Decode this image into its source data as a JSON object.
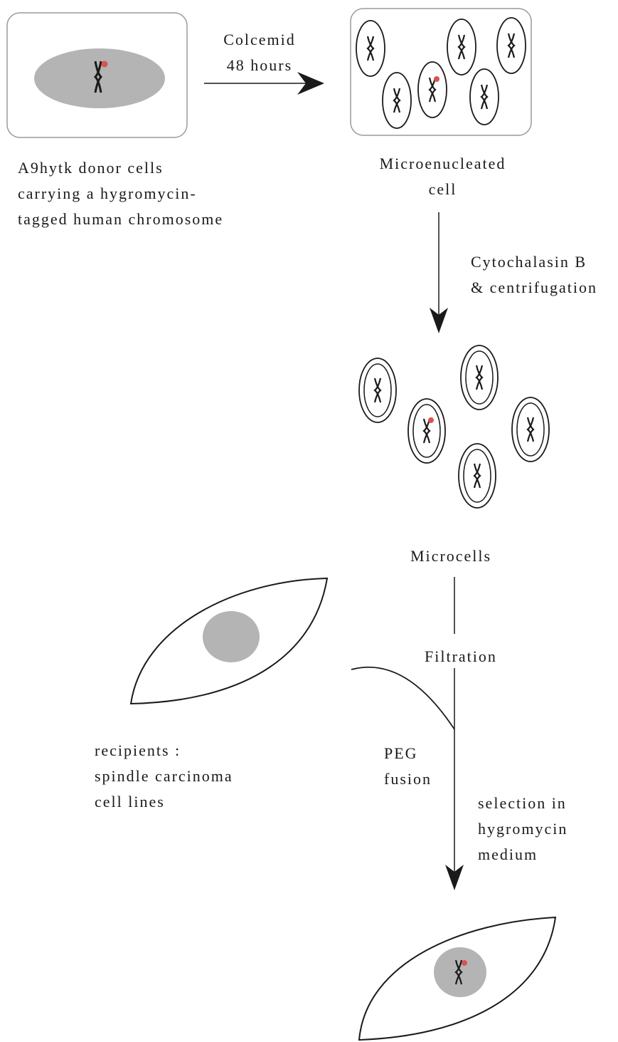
{
  "steps": {
    "colcemid": [
      "Colcemid",
      "48 hours"
    ],
    "donor": [
      "A9hytk donor cells",
      "carrying a hygromycin-",
      "tagged human chromosome"
    ],
    "microenucleated": [
      "Microenucleated",
      "cell"
    ],
    "cytochalasin": [
      "Cytochalasin B",
      "& centrifugation"
    ],
    "microcells": "Microcells",
    "filtration": "Filtration",
    "recipients": [
      "recipients :",
      "spindle carcinoma",
      "cell lines"
    ],
    "peg": [
      "PEG",
      "fusion"
    ],
    "selection": [
      "selection in",
      "hygromycin",
      "medium"
    ]
  },
  "colors": {
    "line": "#1a1a1a",
    "nucleus": "#b4b4b4",
    "tag": "#d9534f",
    "box_border": "#9a9a9a"
  }
}
